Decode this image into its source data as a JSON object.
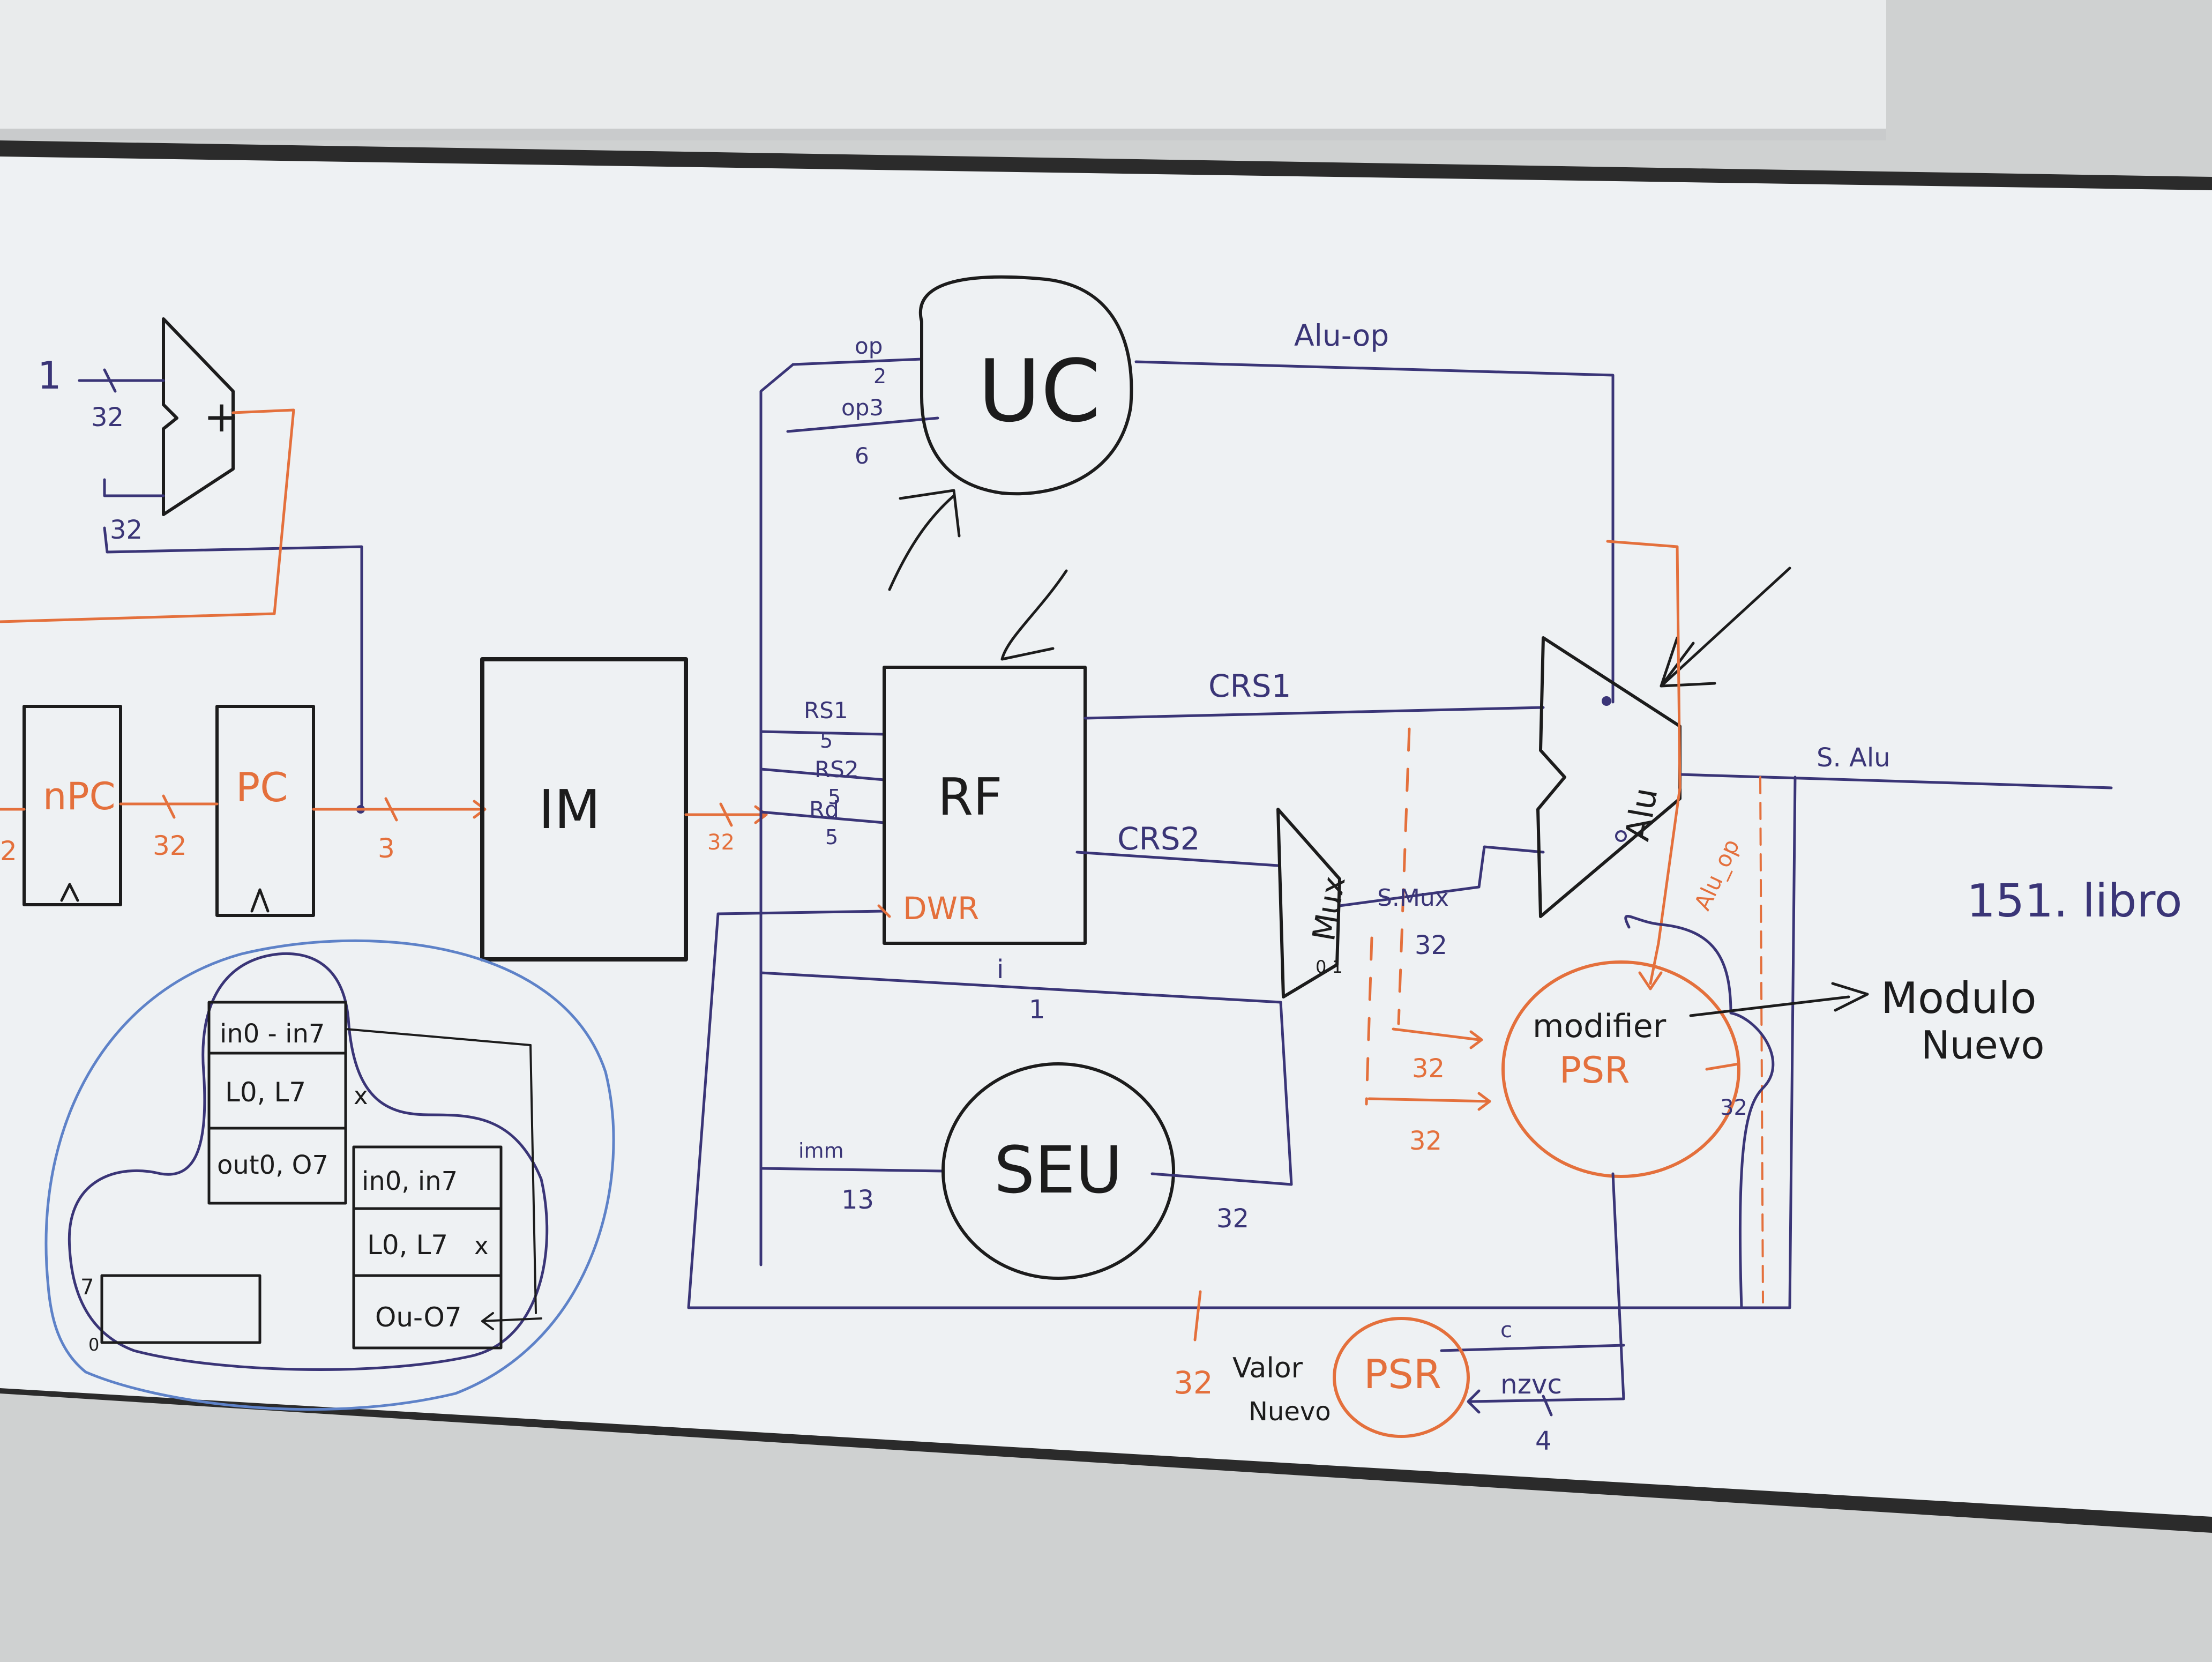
{
  "colors": {
    "ink_black": "#1c1c1c",
    "ink_blue": "#3a3577",
    "ink_orange": "#e4703c",
    "ink_lightblue": "#5e82c8",
    "board": "#eef1f3",
    "screen": "#e8eaeb",
    "frame": "#2a2a2a"
  },
  "adder": {
    "symbol": "+",
    "in1": "1",
    "in1_width": "32",
    "in2_width": "32"
  },
  "npc": {
    "label": "nPC",
    "left_bits": "2"
  },
  "pc": {
    "label": "PC",
    "in_bits": "32",
    "out_bits": "3"
  },
  "im": {
    "label": "IM",
    "out_bits": "32"
  },
  "uc": {
    "label": "UC",
    "op": "op",
    "op_bits": "2",
    "op3": "op3",
    "op3_bits": "6",
    "out": "Alu-op"
  },
  "rf": {
    "label": "RF",
    "rs1": "RS1",
    "rs1_bits": "5",
    "rs2": "RS2",
    "rs2_bits": "5",
    "rd": "Rd",
    "rd_bits": "5",
    "dwr": "DWR",
    "crs1": "CRS1",
    "crs2": "CRS2"
  },
  "i_bit": {
    "label": "i",
    "bits": "1"
  },
  "seu": {
    "label": "SEU",
    "imm": "imm",
    "imm_bits": "13",
    "out_bits": "32"
  },
  "mux": {
    "label": "Mux",
    "sel": "0 1",
    "out": "S.Mux",
    "out_bits": "32"
  },
  "alu": {
    "label": "Alu",
    "out": "S. Alu",
    "aluop_orange": "Alu_op"
  },
  "modifier": {
    "line1": "modifier",
    "line2": "PSR",
    "in_bits_a": "32",
    "in_bits_b": "32",
    "fb_bits": "32"
  },
  "psr": {
    "label": "PSR",
    "carry": "c",
    "nzvc": "nzvc",
    "nzvc_bits": "4",
    "valor_nuevo": "Valor",
    "nuevo": "Nuevo",
    "bits": "32"
  },
  "modulo_nuevo": {
    "line1": "Modulo",
    "line2": "Nuevo"
  },
  "book_note": "151. libro",
  "windows": {
    "row1": "in0 - in7",
    "row2": "L0, L7",
    "row3": "out0, O7",
    "row4": "in0, in7",
    "row5": "L0, L7",
    "row6": "Ou-O7",
    "x1": "x",
    "x2": "x",
    "small_7": "7",
    "small_0": "0"
  }
}
